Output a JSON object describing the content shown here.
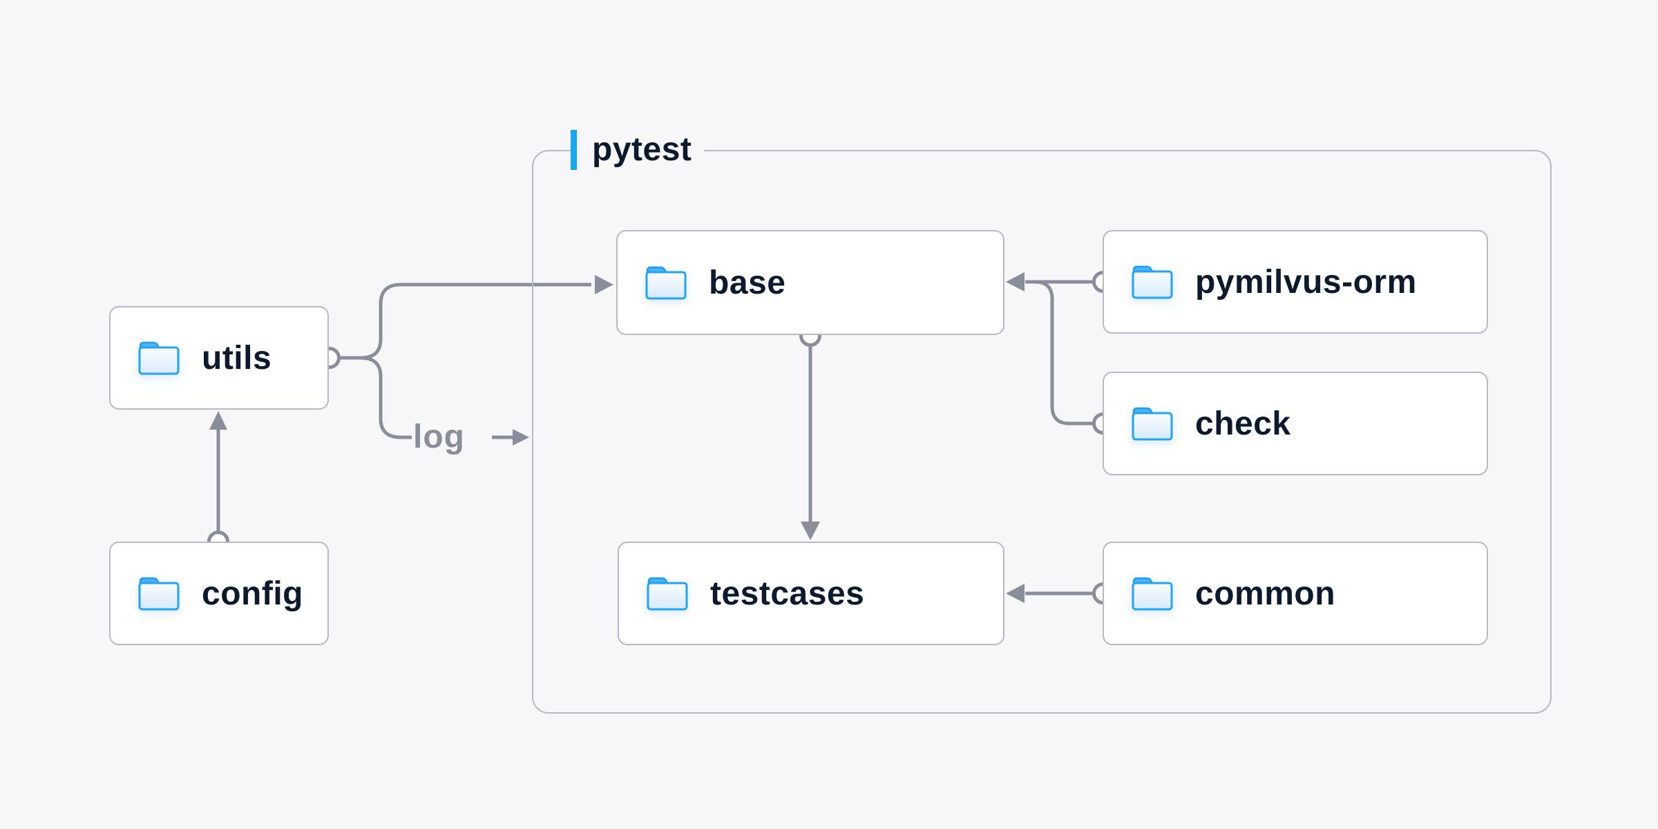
{
  "diagram": {
    "title_area": {
      "container_label": "pytest"
    },
    "nodes": [
      {
        "id": "utils",
        "label": "utils",
        "icon": "folder-icon",
        "inside_container": false
      },
      {
        "id": "config",
        "label": "config",
        "icon": "folder-icon",
        "inside_container": false
      },
      {
        "id": "base",
        "label": "base",
        "icon": "folder-icon",
        "inside_container": true
      },
      {
        "id": "testcases",
        "label": "testcases",
        "icon": "folder-icon",
        "inside_container": true
      },
      {
        "id": "pymilvus-orm",
        "label": "pymilvus-orm",
        "icon": "folder-icon",
        "inside_container": true
      },
      {
        "id": "check",
        "label": "check",
        "icon": "folder-icon",
        "inside_container": true
      },
      {
        "id": "common",
        "label": "common",
        "icon": "folder-icon",
        "inside_container": true
      }
    ],
    "edges": [
      {
        "from": "config",
        "to": "utils",
        "label": ""
      },
      {
        "from": "utils",
        "to": "base",
        "label": ""
      },
      {
        "from": "utils",
        "to": "pytest",
        "label": "log"
      },
      {
        "from": "base",
        "to": "testcases",
        "label": ""
      },
      {
        "from": "pymilvus-orm",
        "to": "base",
        "label": ""
      },
      {
        "from": "check",
        "to": "base",
        "label": ""
      },
      {
        "from": "common",
        "to": "testcases",
        "label": ""
      }
    ],
    "edge_label_log": "log",
    "colors": {
      "background": "#f7f7f9",
      "node_fill": "#ffffff",
      "node_border": "#b7b9c6",
      "container_border": "#b7b9c6",
      "text_navy": "#0d1a2e",
      "connector_gray": "#8a8e9b",
      "accent_blue": "#16a9f2",
      "folder_stroke_blue": "#23a3f3",
      "folder_tab_blue": "#4fb2f3",
      "folder_fill_light": "#d6eafb"
    }
  }
}
